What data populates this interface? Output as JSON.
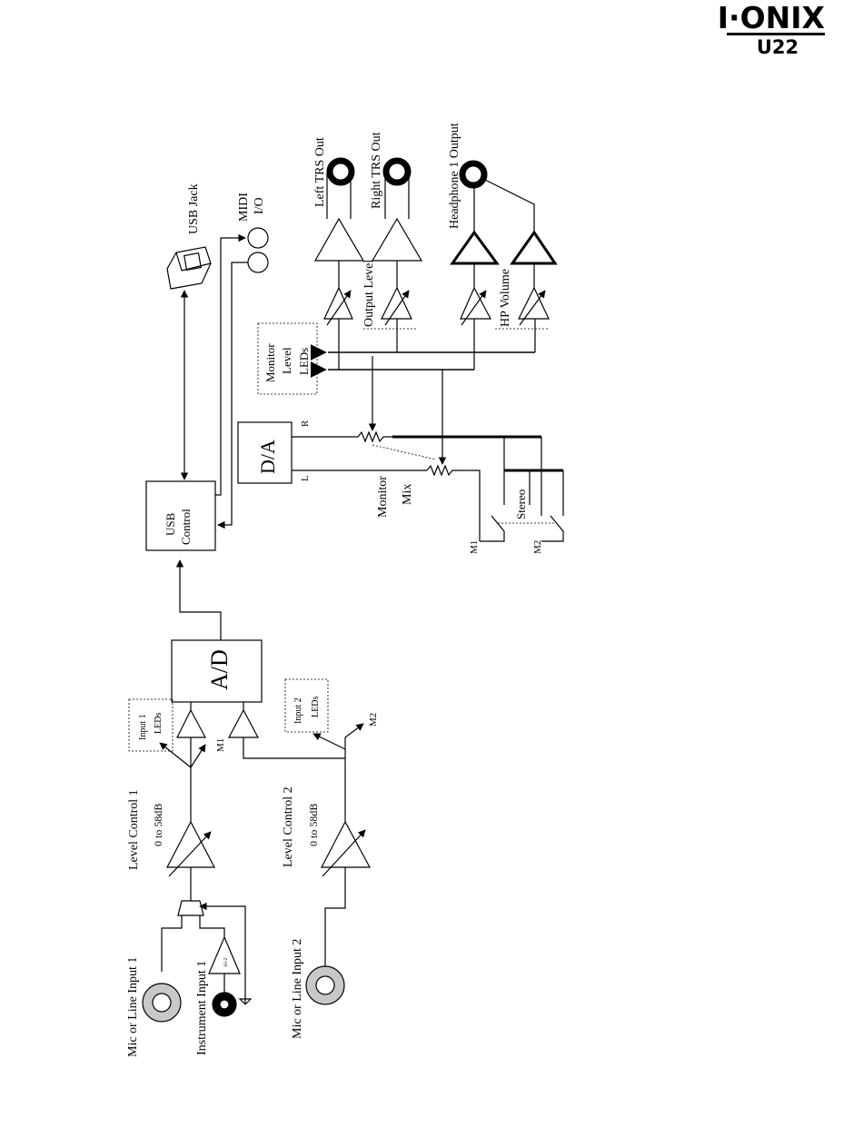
{
  "logo": {
    "brand": "I·ONIX",
    "model": "U22"
  },
  "labels": {
    "usb_jack": "USB Jack",
    "midi_io": [
      "MIDI",
      "I/O"
    ],
    "left_trs_out": "Left TRS Out",
    "right_trs_out": "Right TRS Out",
    "headphone_output": "Headphone 1 Output",
    "output_level": "Output Level",
    "hp_volume": "HP Volume",
    "monitor_leds": [
      "Monitor",
      "Level",
      "LEDs"
    ],
    "da": "D/A",
    "da_right": "R",
    "da_left": "L",
    "monitor_mix": [
      "Monitor",
      "Mix"
    ],
    "stereo": "Stereo",
    "m1": "M1",
    "m2": "M2",
    "usb_control": [
      "USB",
      "Control"
    ],
    "ad": "A/D",
    "input1_leds": [
      "Input 1",
      "LEDs"
    ],
    "input2_leds": [
      "Input 2",
      "LEDs"
    ],
    "level_control_1": "Level Control 1",
    "level_control_2": "Level Control 2",
    "gain_range_1": "0 to 58dB",
    "gain_range_2": "0 to 58dB",
    "mic_line_input_1": "Mic or Line Input 1",
    "instrument_input_1": "Instrument Input 1",
    "mic_line_input_2": "Mic or Line Input 2",
    "hi_z": "Hi-Z"
  }
}
